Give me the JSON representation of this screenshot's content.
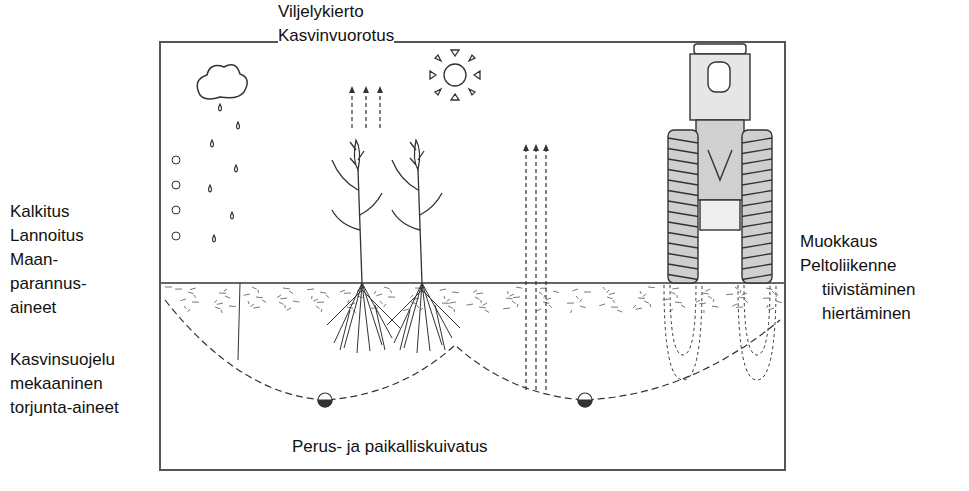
{
  "diagram": {
    "labels": [
      "Viljelykierto",
      "Kasvinvuorotus",
      "Kalkitus",
      "Lannoitus",
      "Maan- parannus- aineet",
      "Kasvinsuojelu",
      "mekaaninen",
      "torjunta-aineet",
      "Muokkaus",
      "Peltoliikenne",
      "tiivistäminen",
      "hiertäminen",
      "Perus- ja paikalliskuivatus"
    ]
  }
}
